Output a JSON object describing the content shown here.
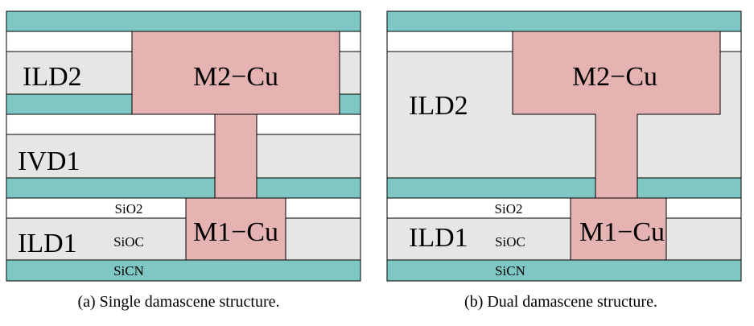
{
  "colors": {
    "capping": "#7fc7c4",
    "dielectric": "#e6e6e6",
    "hardmask": "#ffffff",
    "copper": "#e6b3b3",
    "outline": "#000000"
  },
  "diagrams": [
    {
      "id": "single",
      "labels": {
        "ild2": "ILD2",
        "m2": "M2−Cu",
        "ivd1": "IVD1",
        "sio2": "SiO2",
        "ild1": "ILD1",
        "sioc": "SiOC",
        "m1": "M1−Cu",
        "sicn": "SiCN"
      },
      "caption": "(a) Single damascene structure."
    },
    {
      "id": "dual",
      "labels": {
        "m2": "M2−Cu",
        "ild2": "ILD2",
        "sio2": "SiO2",
        "ild1": "ILD1",
        "sioc": "SiOC",
        "m1": "M1−Cu",
        "sicn": "SiCN"
      },
      "caption": "(b) Dual damascene structure."
    }
  ]
}
